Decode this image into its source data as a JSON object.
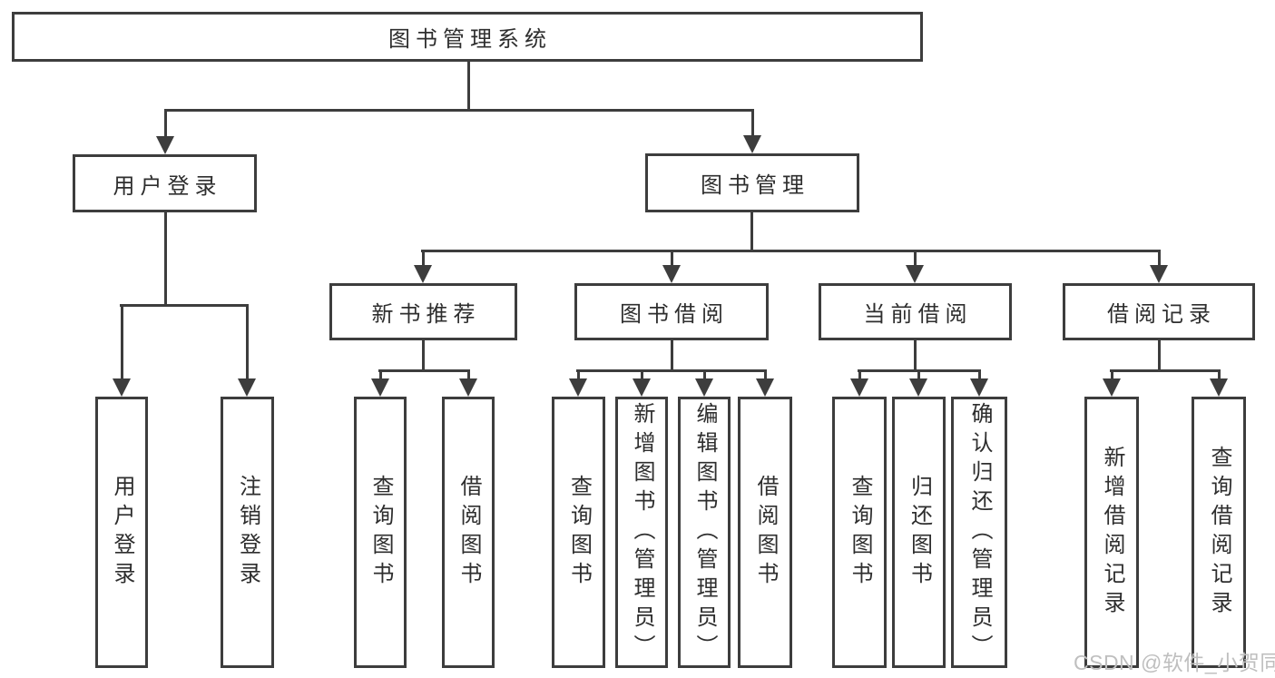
{
  "tree": {
    "label": "图书管理系统",
    "children": [
      {
        "label": "用户登录",
        "children": [
          {
            "label": "用户登录"
          },
          {
            "label": "注销登录"
          }
        ]
      },
      {
        "label": "图书管理",
        "children": [
          {
            "label": "新书推荐",
            "children": [
              {
                "label": "查询图书"
              },
              {
                "label": "借阅图书"
              }
            ]
          },
          {
            "label": "图书借阅",
            "children": [
              {
                "label": "查询图书"
              },
              {
                "label": "新增图书（管理员）"
              },
              {
                "label": "编辑图书（管理员）"
              },
              {
                "label": "借阅图书"
              }
            ]
          },
          {
            "label": "当前借阅",
            "children": [
              {
                "label": "查询图书"
              },
              {
                "label": "归还图书"
              },
              {
                "label": "确认归还（管理员）"
              }
            ]
          },
          {
            "label": "借阅记录",
            "children": [
              {
                "label": "新增借阅记录"
              },
              {
                "label": "查询借阅记录"
              }
            ]
          }
        ]
      }
    ]
  },
  "watermark": {
    "text": "CSDN @软件_小贺同学"
  },
  "colors": {
    "line": "#3d3d3d",
    "text": "#2e2e2e",
    "node_bg": "#ffffff",
    "canvas_bg": "#ffffff",
    "watermark": "#bfbfbf"
  }
}
